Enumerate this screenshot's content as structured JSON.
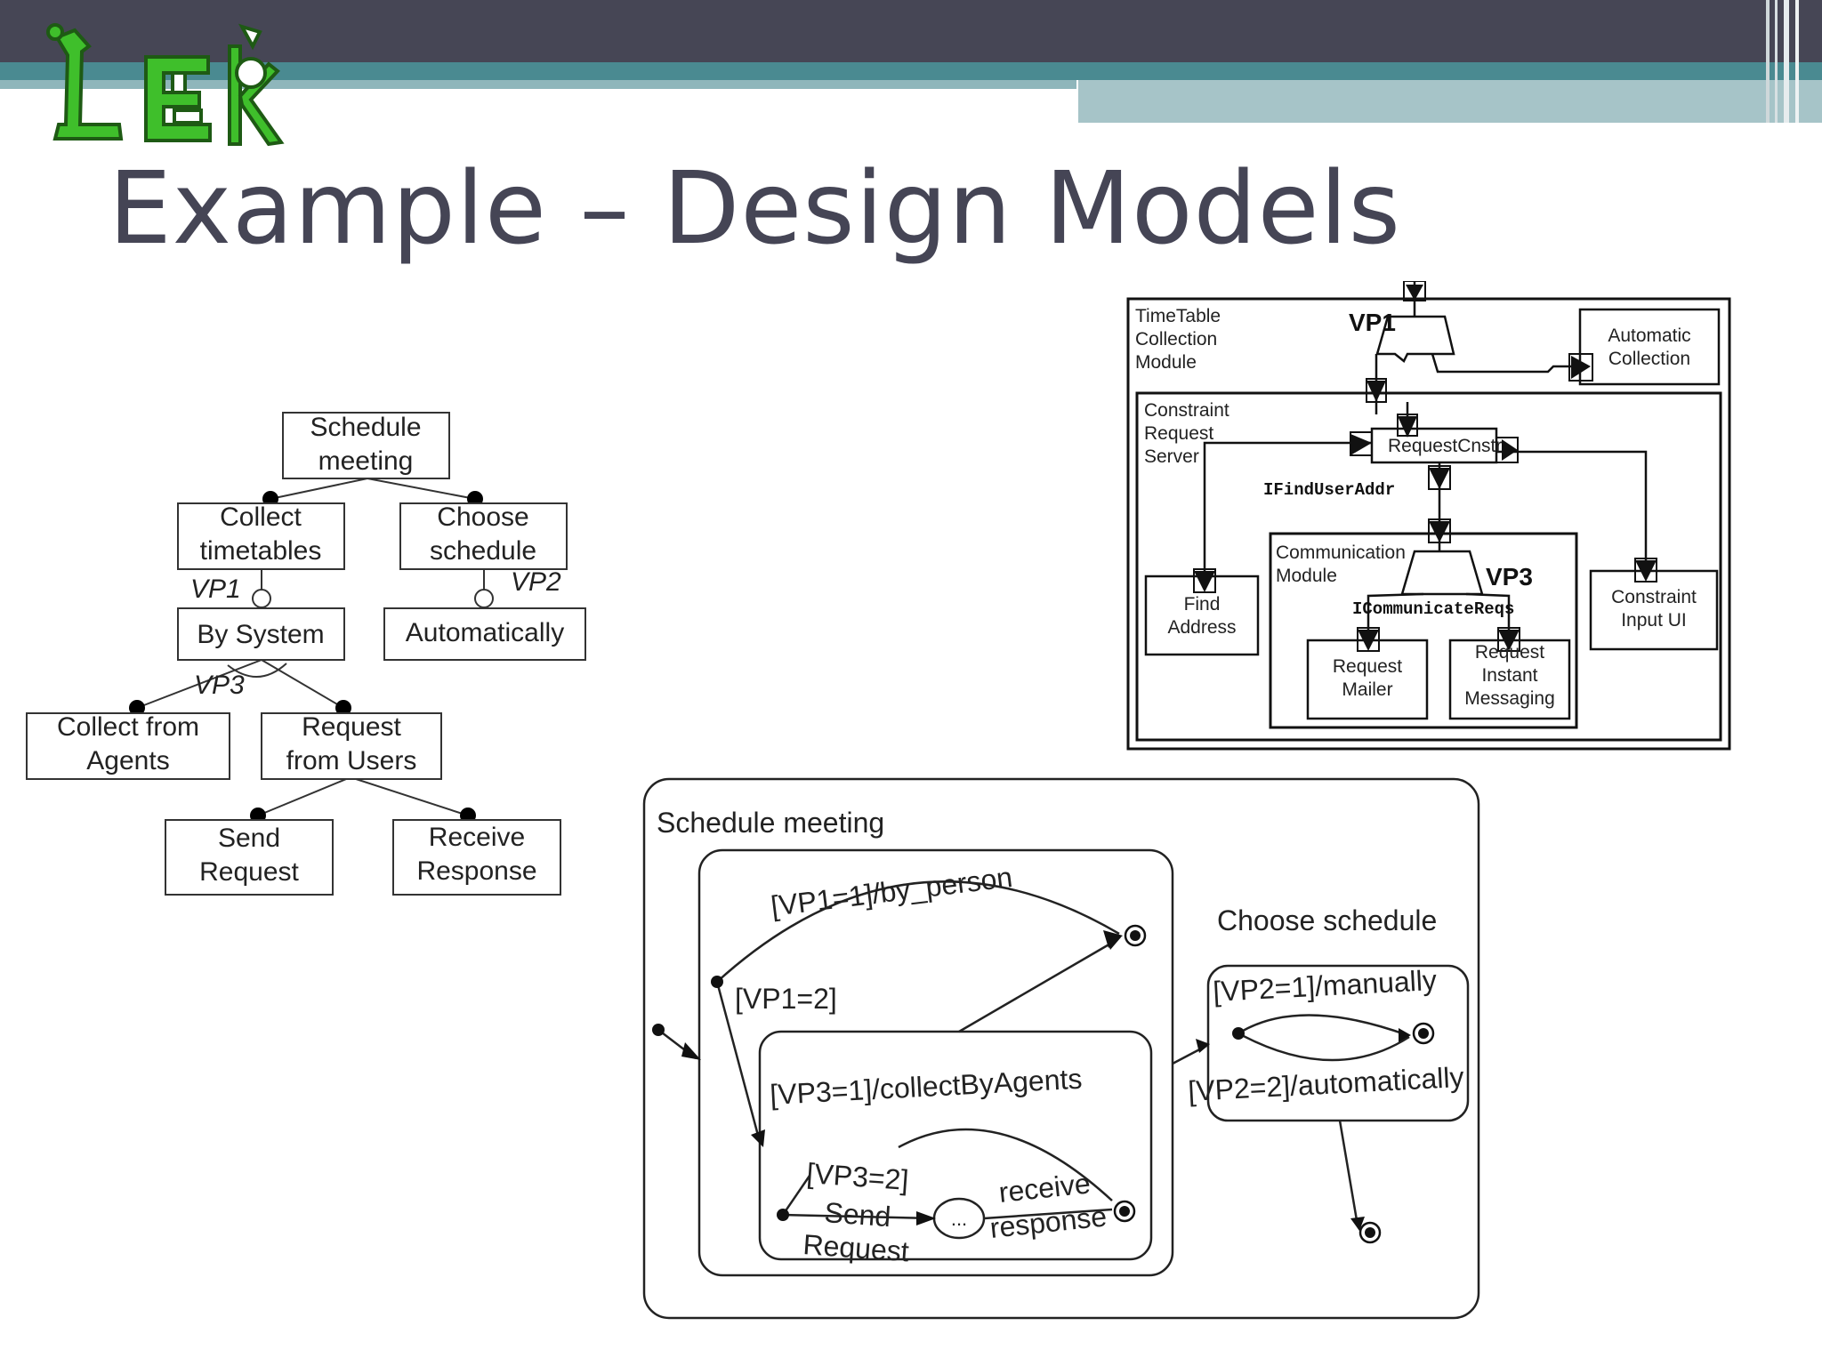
{
  "slide": {
    "title": "Example – Design Models"
  },
  "feature_model": {
    "nodes": {
      "schedule_meeting": [
        "Schedule",
        "meeting"
      ],
      "collect_timetables": [
        "Collect",
        "timetables"
      ],
      "choose_schedule": [
        "Choose",
        "schedule"
      ],
      "by_system": "By System",
      "automatically": "Automatically",
      "collect_from_agents": [
        "Collect from",
        "Agents"
      ],
      "request_from_users": [
        "Request",
        "from Users"
      ],
      "send_request": [
        "Send",
        "Request"
      ],
      "receive_response": [
        "Receive",
        "Response"
      ]
    },
    "labels": {
      "vp1": "VP1",
      "vp2": "VP2",
      "vp3": "VP3"
    }
  },
  "component_model": {
    "timetable_module": [
      "TimeTable",
      "Collection",
      "Module"
    ],
    "vp1": "VP1",
    "automatic_collection": [
      "Automatic",
      "Collection"
    ],
    "constraint_server": [
      "Constraint",
      "Request",
      "Server"
    ],
    "request_cnstr": "RequestCnstr",
    "ifind_user_addr": "IFindUserAddr",
    "communication_module": [
      "Communication",
      "Module"
    ],
    "vp3": "VP3",
    "icommunicate_reqs": "ICommunicateReqs",
    "find_address": [
      "Find",
      "Address"
    ],
    "request_mailer": [
      "Request",
      "Mailer"
    ],
    "request_instant": [
      "Request",
      "Instant",
      "Messaging"
    ],
    "constraint_input": [
      "Constraint",
      "Input UI"
    ]
  },
  "statechart": {
    "schedule_meeting": "Schedule meeting",
    "vp1_by_person": "[VP1=1]/by_person",
    "vp1_2": "[VP1=2]",
    "vp3_collect": "[VP3=1]/collectByAgents",
    "vp3_2": "[VP3=2]",
    "send_request": [
      "Send",
      "Request"
    ],
    "ellipsis": "...",
    "receive_response": [
      "receive",
      "response"
    ],
    "choose_schedule": "Choose schedule",
    "vp2_manually": "[VP2=1]/manually",
    "vp2_automatically": "[VP2=2]/automatically"
  },
  "colors": {
    "banner_dark": "#464655",
    "banner_teal": "#4a8a91",
    "banner_light": "#a6c4c8",
    "title": "#454555",
    "logo_green": "#3fbf2b"
  }
}
